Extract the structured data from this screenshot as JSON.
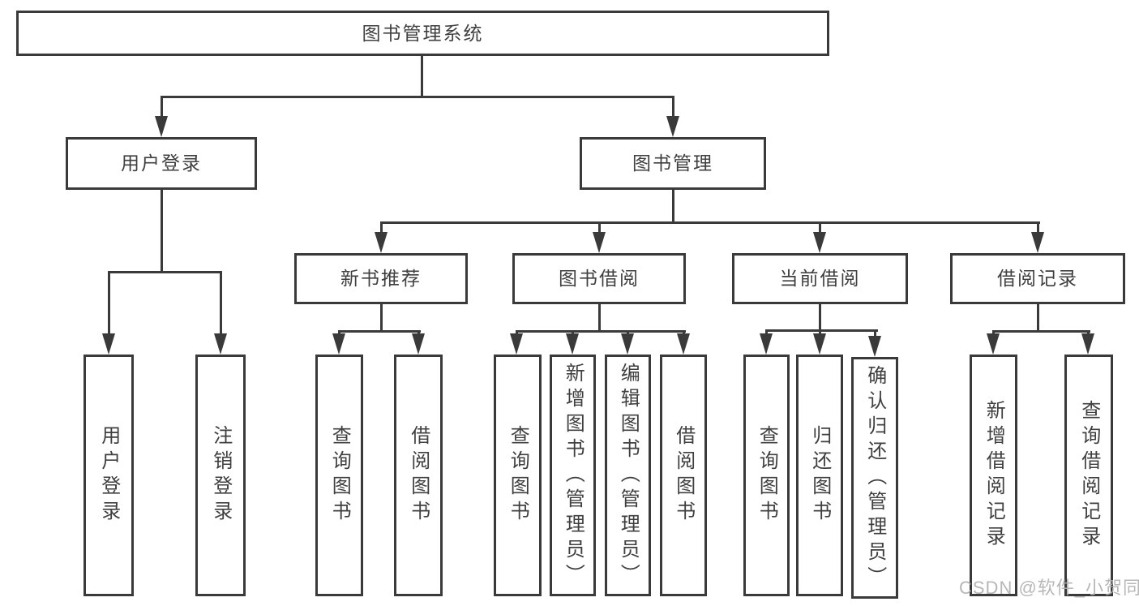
{
  "tree": {
    "root": {
      "label": "图书管理系统"
    },
    "branches": [
      {
        "label": "用户登录",
        "children": [
          {
            "label": "用户登录"
          },
          {
            "label": "注销登录"
          }
        ]
      },
      {
        "label": "图书管理",
        "children": [
          {
            "label": "新书推荐",
            "children": [
              {
                "label": "查询图书"
              },
              {
                "label": "借阅图书"
              }
            ]
          },
          {
            "label": "图书借阅",
            "children": [
              {
                "label": "查询图书"
              },
              {
                "label": "新增图书（管理员）"
              },
              {
                "label": "编辑图书（管理员）"
              },
              {
                "label": "借阅图书"
              }
            ]
          },
          {
            "label": "当前借阅",
            "children": [
              {
                "label": "查询图书"
              },
              {
                "label": "归还图书"
              },
              {
                "label": "确认归还（管理员）"
              }
            ]
          },
          {
            "label": "借阅记录",
            "children": [
              {
                "label": "新增借阅记录"
              },
              {
                "label": "查询借阅记录"
              }
            ]
          }
        ]
      }
    ]
  },
  "watermark": {
    "text": "CSDN @软件_小贺同学"
  },
  "colors": {
    "line": "#3a3a3a",
    "text": "#3f3f3f",
    "background": "#ffffff",
    "watermark": "#afafaf"
  }
}
